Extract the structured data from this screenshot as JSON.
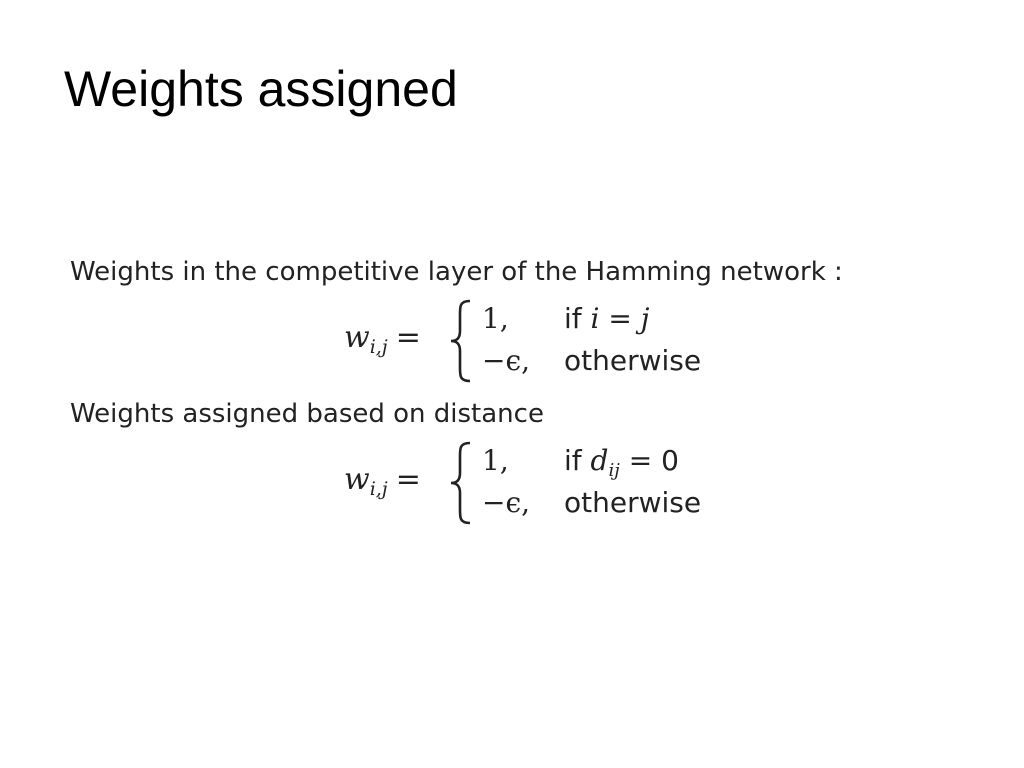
{
  "slide": {
    "title": "Weights assigned"
  },
  "section1": {
    "intro": "Weights in the competitive layer of the Hamming network :",
    "equation": {
      "lhs_symbol": "w",
      "lhs_subscript": "i,j",
      "equals": "=",
      "case1_value": "1,",
      "case1_if": "if ",
      "case1_condition": "i = j",
      "case2_value": "−ϵ,",
      "case2_condition": "otherwise"
    }
  },
  "section2": {
    "intro": "Weights assigned based on distance",
    "equation": {
      "lhs_symbol": "w",
      "lhs_subscript": "i,j",
      "equals": "=",
      "case1_value": "1,",
      "case1_if": "if ",
      "case1_condition_symbol": "d",
      "case1_condition_subscript": "ij",
      "case1_condition_rest": " = 0",
      "case2_value": "−ϵ,",
      "case2_condition": "otherwise"
    }
  }
}
